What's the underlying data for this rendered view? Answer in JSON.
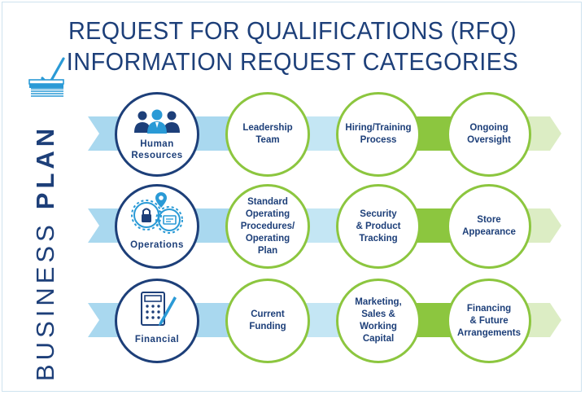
{
  "title": {
    "line1": "REQUEST FOR QUALIFICATIONS (RFQ)",
    "line2": "INFORMATION REQUEST CATEGORIES"
  },
  "side_label": {
    "word1": "BUSINESS",
    "word2": "PLAN"
  },
  "colors": {
    "navy": "#1d3f79",
    "light_blue": "#a9d8ef",
    "green": "#8cc63f",
    "pale_green": "#dcedc4"
  },
  "rows": [
    {
      "category": "Human\nResources",
      "icon": "people-icon",
      "steps": [
        "Leadership\nTeam",
        "Hiring/Training\nProcess",
        "Ongoing\nOversight"
      ]
    },
    {
      "category": "Operations",
      "icon": "gears-icon",
      "steps": [
        "Standard\nOperating\nProcedures/\nOperating\nPlan",
        "Security\n& Product\nTracking",
        "Store\nAppearance"
      ]
    },
    {
      "category": "Financial",
      "icon": "calculator-icon",
      "steps": [
        "Current\nFunding",
        "Marketing,\nSales &\nWorking\nCapital",
        "Financing\n& Future\nArrangements"
      ]
    }
  ]
}
